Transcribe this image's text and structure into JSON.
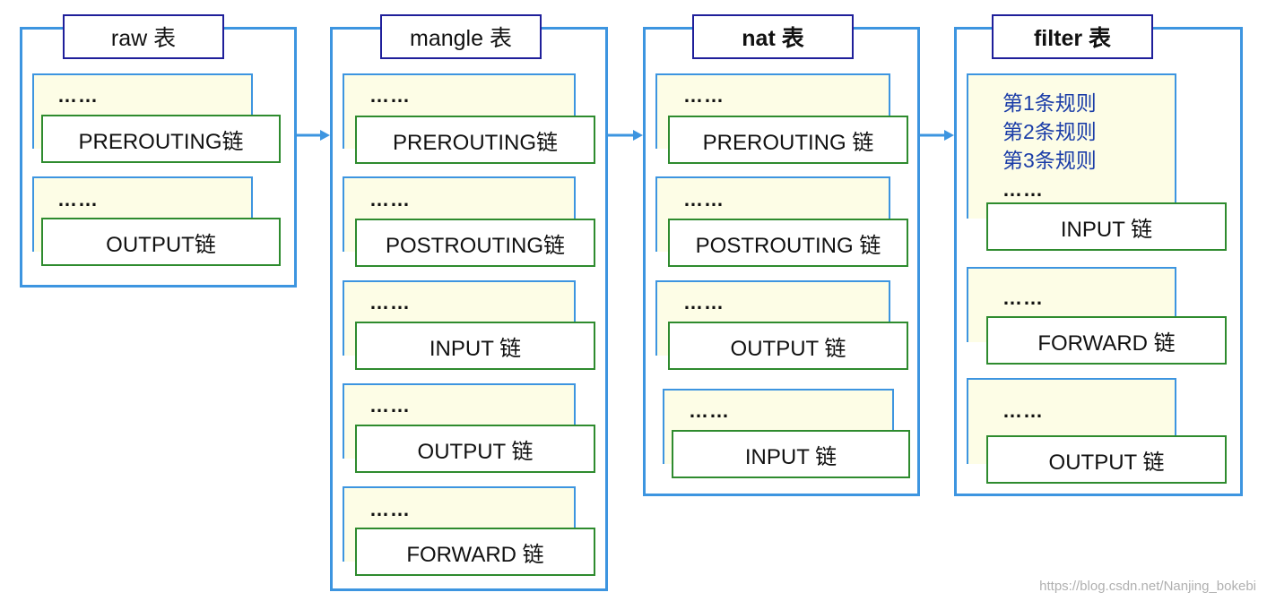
{
  "tables": [
    {
      "title": "raw 表",
      "chains": [
        {
          "rules": [
            "……"
          ],
          "label": "PREROUTING链"
        },
        {
          "rules": [
            "……"
          ],
          "label": "OUTPUT链"
        }
      ]
    },
    {
      "title": "mangle 表",
      "chains": [
        {
          "rules": [
            "……"
          ],
          "label": "PREROUTING链"
        },
        {
          "rules": [
            "……"
          ],
          "label": "POSTROUTING链"
        },
        {
          "rules": [
            "……"
          ],
          "label": "INPUT 链"
        },
        {
          "rules": [
            "……"
          ],
          "label": "OUTPUT 链"
        },
        {
          "rules": [
            "……"
          ],
          "label": "FORWARD 链"
        }
      ]
    },
    {
      "title": "nat 表",
      "chains": [
        {
          "rules": [
            "……"
          ],
          "label": "PREROUTING 链"
        },
        {
          "rules": [
            "……"
          ],
          "label": "POSTROUTING 链"
        },
        {
          "rules": [
            "……"
          ],
          "label": "OUTPUT 链"
        },
        {
          "rules": [
            "……"
          ],
          "label": "INPUT 链"
        }
      ]
    },
    {
      "title": "filter 表",
      "chains": [
        {
          "rules": [
            "第1条规则",
            "第2条规则",
            "第3条规则",
            "……"
          ],
          "label": "INPUT 链"
        },
        {
          "rules": [
            "……"
          ],
          "label": "FORWARD 链"
        },
        {
          "rules": [
            "……"
          ],
          "label": "OUTPUT 链"
        }
      ]
    }
  ],
  "watermark": "https://blog.csdn.net/Nanjing_bokebi",
  "colors": {
    "table_border": "#3d95e0",
    "title_border": "#1f1f9a",
    "chain_border": "#2e8b2e",
    "rule_fill": "#fdfde6",
    "rule_text": "#1c3ea8",
    "arrow": "#3d95e0"
  }
}
